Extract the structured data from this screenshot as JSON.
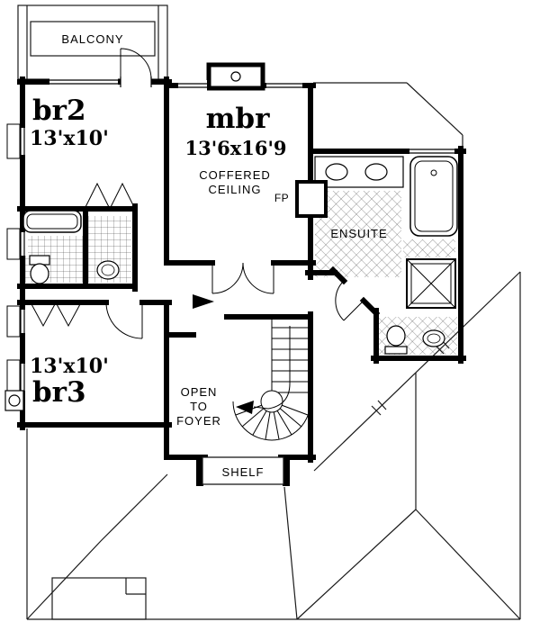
{
  "plan": {
    "balcony": {
      "label": "BALCONY"
    },
    "br2": {
      "name": "br2",
      "dims": "13'x10'"
    },
    "mbr": {
      "name": "mbr",
      "dims": "13'6x16'9",
      "note_line1": "COFFERED",
      "note_line2": "CEILING"
    },
    "fireplace": {
      "label": "FP"
    },
    "ensuite": {
      "label": "ENSUITE"
    },
    "br3": {
      "dims": "13'x10'",
      "name": "br3"
    },
    "foyer": {
      "line1": "OPEN",
      "line2": "TO",
      "line3": "FOYER"
    },
    "shelf": {
      "label": "SHELF"
    }
  },
  "colors": {
    "ink": "#000000",
    "paper": "#ffffff"
  }
}
